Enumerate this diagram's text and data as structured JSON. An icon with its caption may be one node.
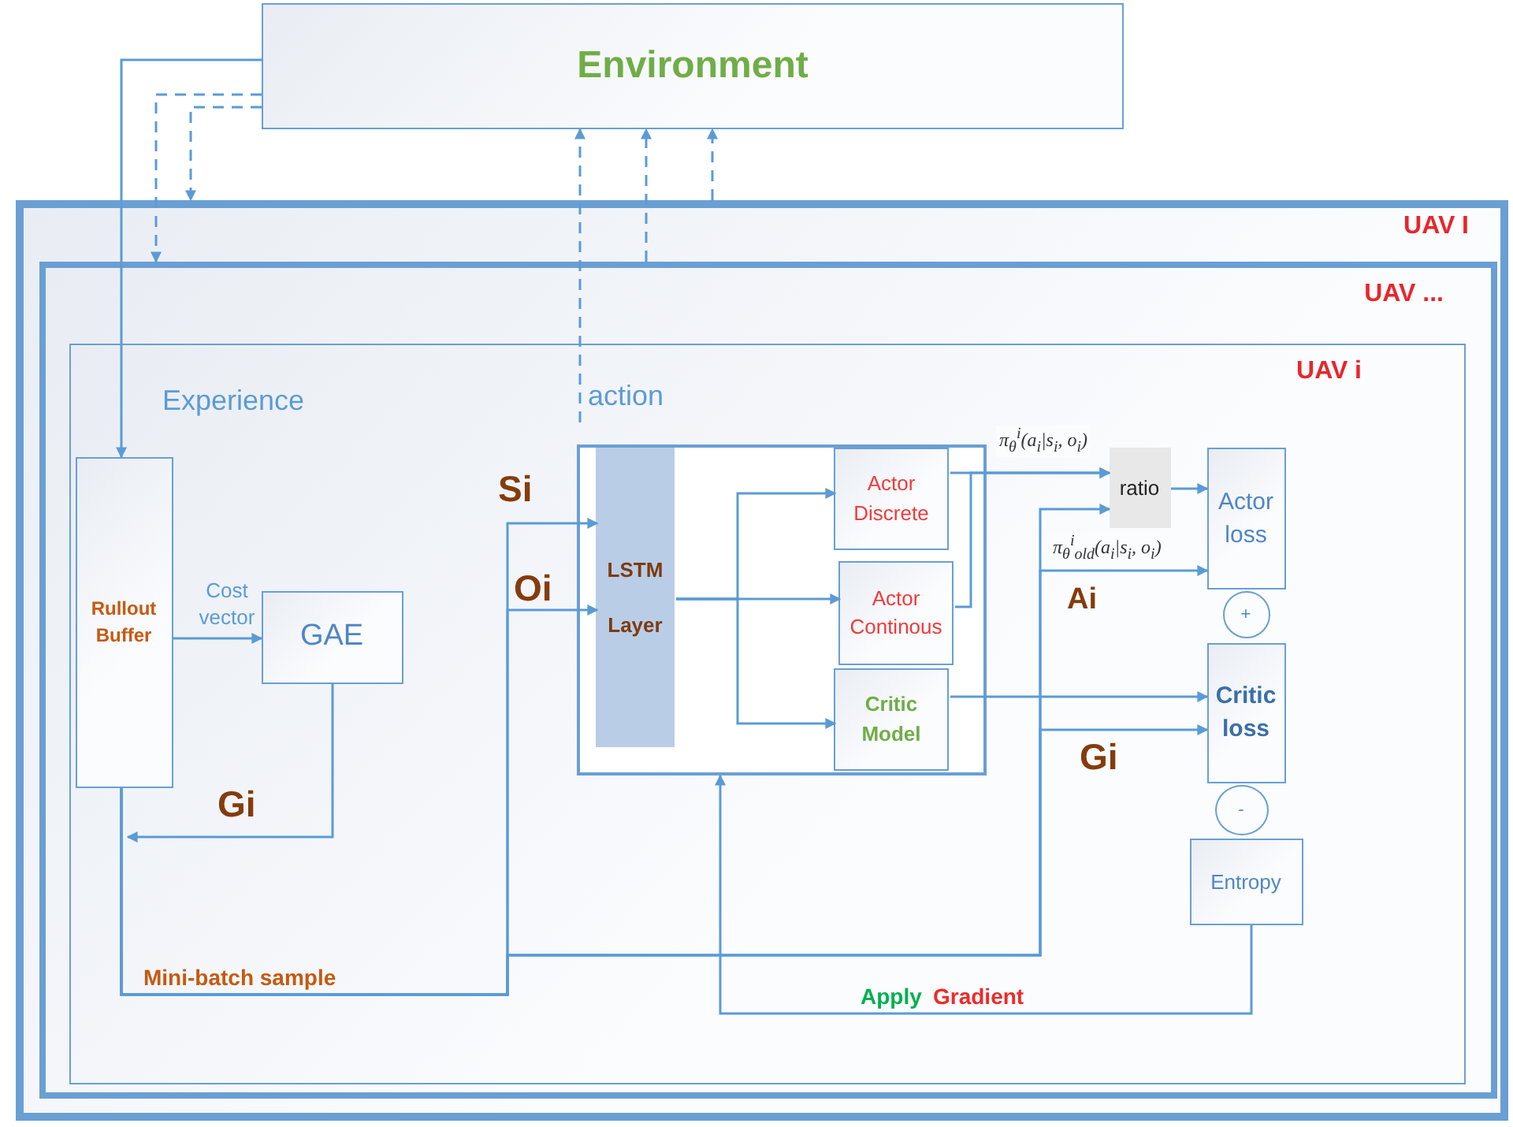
{
  "diagram": {
    "nodes": [
      {
        "text": [
          "Environment"
        ]
      },
      {
        "text": [
          "UAV I"
        ]
      },
      {
        "text": [
          "UAV ..."
        ],
        "in": 1
      },
      {
        "text": [
          "UAV i"
        ],
        "in": 2
      },
      {
        "text": [
          "Rullout Buffer"
        ],
        "in": 3
      },
      {
        "text": [
          "GAE"
        ],
        "in": 3
      },
      {
        "text": [],
        "shape": "box",
        "in": 3
      },
      {
        "text": [
          "LSTM Layer"
        ],
        "in": 6
      },
      {
        "text": [
          "Actor Discrete"
        ],
        "in": 6
      },
      {
        "text": [
          "Actor Continous"
        ],
        "in": 6
      },
      {
        "text": [
          "Critic Model"
        ],
        "in": 6
      },
      {
        "text": [
          "ratio"
        ],
        "in": 3
      },
      {
        "text": [
          "Actor loss"
        ],
        "in": 3
      },
      {
        "text": [
          "+"
        ],
        "in": 3
      },
      {
        "text": [
          "Critic loss"
        ],
        "in": 3
      },
      {
        "text": [
          "-"
        ],
        "in": 3
      },
      {
        "text": [
          "Entropy"
        ],
        "in": 3
      }
    ],
    "edges": [
      {
        "from": 0,
        "to": 4,
        "arrow": "to"
      },
      {
        "from": 0,
        "to": 2,
        "arrow": "to",
        "style": "dashed"
      },
      {
        "from": 0,
        "to": 1,
        "arrow": "to",
        "style": "dashed"
      },
      {
        "from": null,
        "to": 0,
        "arrow": "to",
        "style": "dashed"
      },
      {
        "from": 2,
        "to": 0,
        "arrow": "to",
        "style": "dashed"
      },
      {
        "from": 1,
        "to": 0,
        "arrow": "to",
        "style": "dashed"
      },
      {
        "from": 4,
        "to": 5,
        "arrow": "to",
        "label": "Cost vector"
      },
      {
        "from": 5,
        "to": 4,
        "arrow": "to"
      },
      {
        "from": 4,
        "to": 7,
        "arrow": "to"
      },
      {
        "from": 4,
        "to": 7,
        "arrow": "to"
      },
      {
        "from": 4,
        "to": 11,
        "arrow": "to"
      },
      {
        "from": 4,
        "to": 12,
        "arrow": "to",
        "label": "π$_{θ}$$^{i}$$_{old}$(a$_{i}$|s$_{i}$, o$_{i}$)"
      },
      {
        "from": 4,
        "to": 14,
        "arrow": "to"
      },
      {
        "from": 7,
        "to": 8,
        "arrow": "to"
      },
      {
        "from": 7,
        "to": 9,
        "arrow": "to"
      },
      {
        "from": 7,
        "to": 10,
        "arrow": "to"
      },
      {
        "from": 8,
        "to": 11,
        "arrow": "to",
        "label": "π$_{θ}$$^{i}$(a$_{i}$|s$_{i}$, o$_{i}$)"
      },
      {
        "from": 9,
        "to": 11,
        "arrow": "to"
      },
      {
        "from": 11,
        "to": 12,
        "arrow": "to"
      },
      {
        "from": 10,
        "to": 14,
        "arrow": "to"
      },
      {
        "from": 16,
        "to": 6,
        "arrow": "to"
      }
    ],
    "labels": [
      "Experience",
      "action",
      "Si",
      "Oi",
      "Ai",
      "Gi",
      "Gi",
      "Mini-batch sample",
      "Apply",
      "Gradient"
    ]
  }
}
